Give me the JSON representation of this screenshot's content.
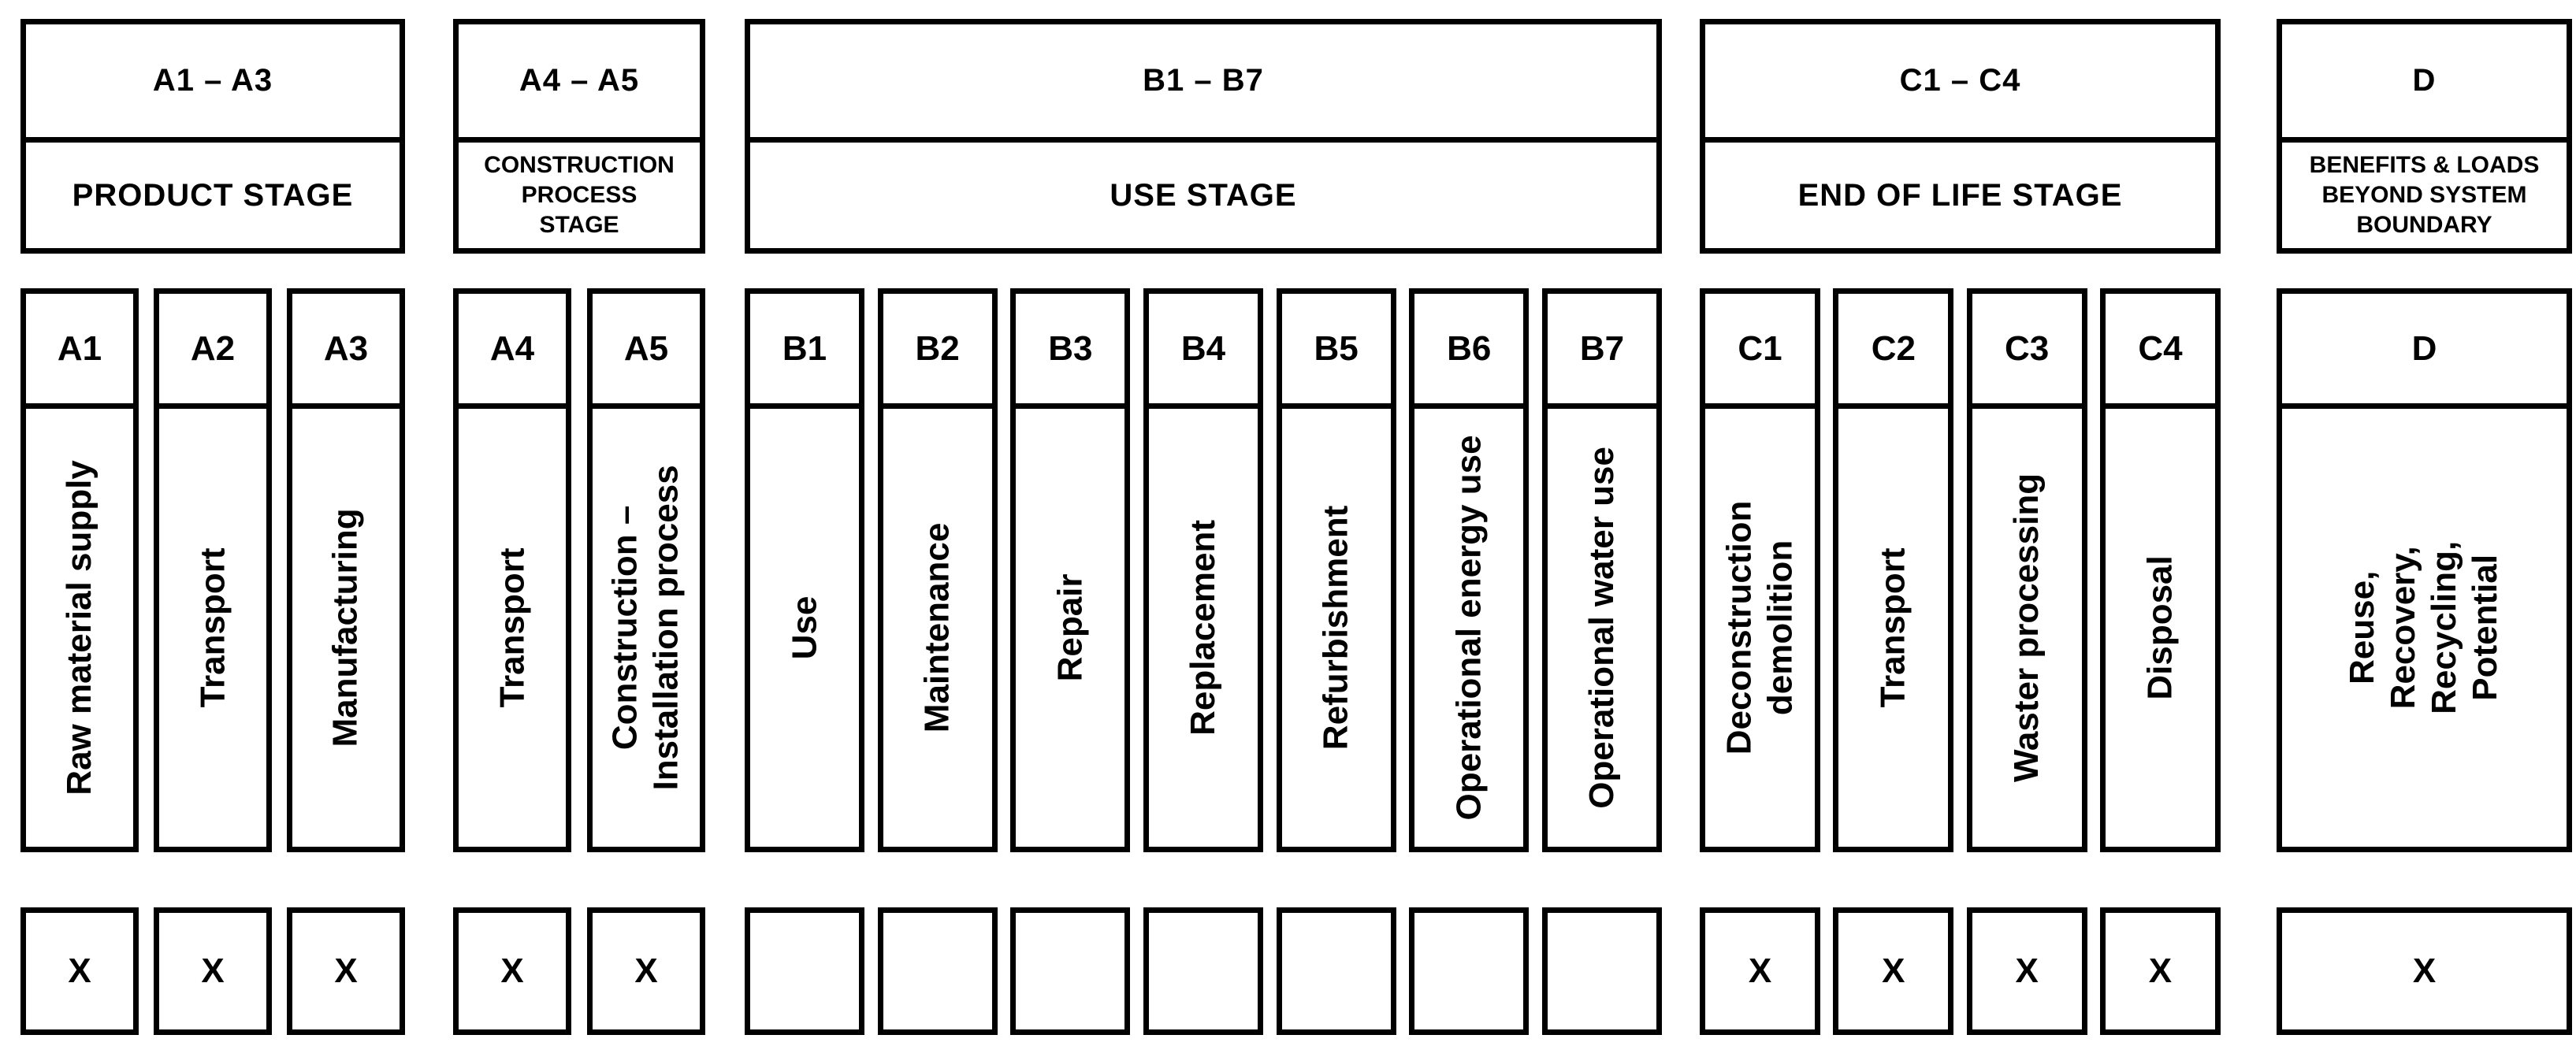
{
  "diagram": {
    "groups": [
      {
        "code_range": "A1 – A3",
        "stage_name": "PRODUCT STAGE",
        "modules": [
          {
            "code": "A1",
            "label": "Raw material supply",
            "included": "X"
          },
          {
            "code": "A2",
            "label": "Transport",
            "included": "X"
          },
          {
            "code": "A3",
            "label": "Manufacturing",
            "included": "X"
          }
        ]
      },
      {
        "code_range": "A4 – A5",
        "stage_name": "CONSTRUCTION\nPROCESS\nSTAGE",
        "modules": [
          {
            "code": "A4",
            "label": "Transport",
            "included": "X"
          },
          {
            "code": "A5",
            "label": "Construction –\nInstallation process",
            "included": "X"
          }
        ]
      },
      {
        "code_range": "B1 – B7",
        "stage_name": "USE STAGE",
        "modules": [
          {
            "code": "B1",
            "label": "Use",
            "included": ""
          },
          {
            "code": "B2",
            "label": "Maintenance",
            "included": ""
          },
          {
            "code": "B3",
            "label": "Repair",
            "included": ""
          },
          {
            "code": "B4",
            "label": "Replacement",
            "included": ""
          },
          {
            "code": "B5",
            "label": "Refurbishment",
            "included": ""
          },
          {
            "code": "B6",
            "label": "Operational energy use",
            "included": ""
          },
          {
            "code": "B7",
            "label": "Operational water use",
            "included": ""
          }
        ]
      },
      {
        "code_range": "C1 – C4",
        "stage_name": "END OF LIFE STAGE",
        "modules": [
          {
            "code": "C1",
            "label": "Deconstruction\ndemolition",
            "included": "X"
          },
          {
            "code": "C2",
            "label": "Transport",
            "included": "X"
          },
          {
            "code": "C3",
            "label": "Waster processing",
            "included": "X"
          },
          {
            "code": "C4",
            "label": "Disposal",
            "included": "X"
          }
        ]
      },
      {
        "code_range": "D",
        "stage_name": "BENEFITS & LOADS\nBEYOND SYSTEM\nBOUNDARY",
        "modules": [
          {
            "code": "D",
            "label": "Reuse,\nRecovery,\nRecycling,\nPotential",
            "included": "X"
          }
        ]
      }
    ]
  },
  "colors": {
    "ink": "#000000",
    "background": "#ffffff"
  }
}
